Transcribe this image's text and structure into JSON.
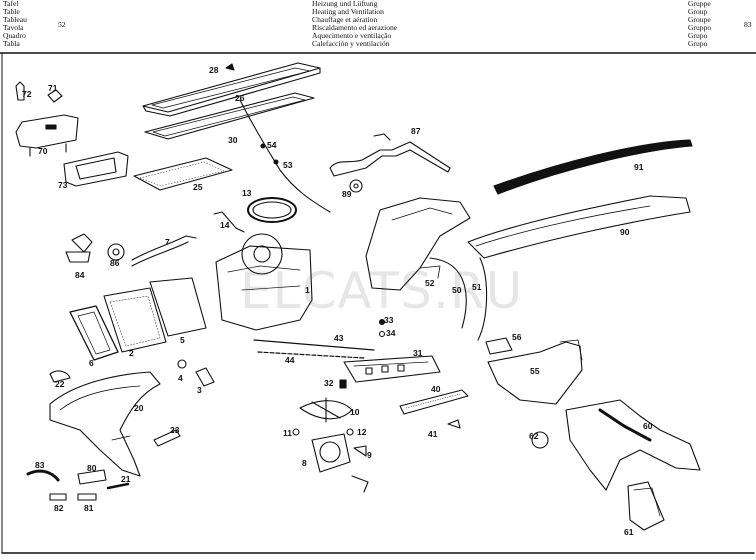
{
  "header": {
    "languages": [
      "Tafel",
      "Table",
      "Tableau",
      "Tavola",
      "Quadro",
      "Tabla"
    ],
    "table_number": "52",
    "titles": [
      "Heizung und Lüftung",
      "Heating and Ventilation",
      "Chauffage et aération",
      "Riscaldamento ed aerazione",
      "Aquecimento e ventilação",
      "Calefacción y ventilación"
    ],
    "group_words": [
      "Gruppe",
      "Group",
      "Groupe",
      "Gruppo",
      "Grupo",
      "Grupo"
    ],
    "group_number": "83"
  },
  "callouts": [
    "28",
    "72",
    "71",
    "26",
    "70",
    "30",
    "54",
    "87",
    "53",
    "73",
    "25",
    "89",
    "91",
    "13",
    "14",
    "7",
    "90",
    "84",
    "86",
    "52",
    "50",
    "51",
    "1",
    "33",
    "34",
    "6",
    "2",
    "5",
    "56",
    "43",
    "31",
    "44",
    "55",
    "22",
    "4",
    "3",
    "32",
    "40",
    "20",
    "10",
    "23",
    "41",
    "60",
    "11",
    "12",
    "62",
    "9",
    "8",
    "83",
    "80",
    "21",
    "82",
    "81",
    "61"
  ],
  "watermark": "ELCATS.RU"
}
